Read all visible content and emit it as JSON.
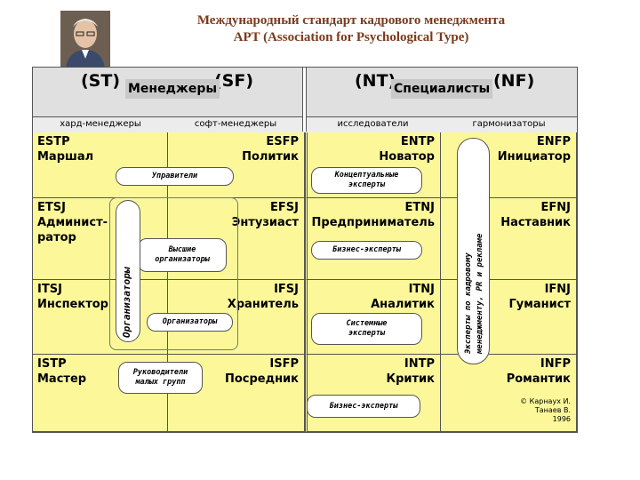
{
  "title_line1": "Международный стандарт кадрового менеджмента",
  "title_line2": "APT (Association for Psychological Type)",
  "portrait_icon": "person-portrait-icon",
  "header": {
    "st": "(ST)",
    "sf": "(SF)",
    "nt": "(NT)",
    "nf": "(NF)",
    "managers": "Менеджеры",
    "specialists": "Специалисты",
    "sub": [
      "хард-менеджеры",
      "софт-менеджеры",
      "исследователи",
      "гармонизаторы"
    ]
  },
  "cells": [
    {
      "code": "ESTP",
      "name": "Маршал"
    },
    {
      "code": "ESFP",
      "name": "Политик"
    },
    {
      "code": "ENTP",
      "name": "Новатор"
    },
    {
      "code": "ENFP",
      "name": "Инициатор"
    },
    {
      "code": "ETSJ",
      "name": "Админист-\nратор"
    },
    {
      "code": "EFSJ",
      "name": "Энтузиаст"
    },
    {
      "code": "ETNJ",
      "name": "Предприниматель"
    },
    {
      "code": "EFNJ",
      "name": "Наставник"
    },
    {
      "code": "ITSJ",
      "name": "Инспектор"
    },
    {
      "code": "IFSJ",
      "name": "Хранитель"
    },
    {
      "code": "ITNJ",
      "name": "Аналитик"
    },
    {
      "code": "IFNJ",
      "name": "Гуманист"
    },
    {
      "code": "ISTP",
      "name": "Мастер"
    },
    {
      "code": "ISFP",
      "name": "Посредник"
    },
    {
      "code": "INTP",
      "name": "Критик"
    },
    {
      "code": "INFP",
      "name": "Романтик"
    }
  ],
  "pills": {
    "upraviteli": "Управители",
    "conceptual": "Концептуальные эксперты",
    "high_org": "Высшие организаторы",
    "business1": "Бизнес-эксперты",
    "organizers": "Организаторы",
    "system": "Системные эксперты",
    "small_groups": "Руководители малых групп",
    "business2": "Бизнес-эксперты",
    "org_vertical": "Организаторы",
    "experts_vertical_1": "Эксперты по кадровому",
    "experts_vertical_2": "менеджменту, PR и рекламе"
  },
  "credit": [
    "© Карнаух И.",
    "Танаев В.",
    "1996"
  ],
  "colors": {
    "cell": "#fcf89a",
    "header": "#e0e0e0",
    "title": "#7a3a1c",
    "group_label": "#c9c9c9"
  }
}
